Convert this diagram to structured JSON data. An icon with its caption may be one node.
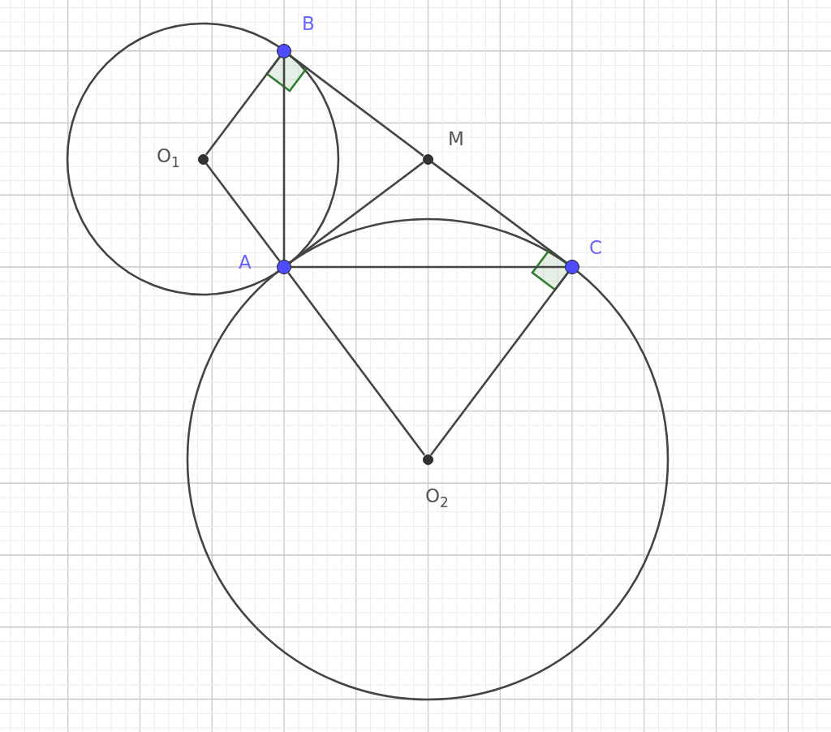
{
  "diagram": {
    "nodes": [
      {
        "text": [],
        "shape": "circle",
        "beside": [
          "B"
        ]
      },
      {
        "text": [],
        "shape": "circle",
        "beside": [
          "O$_{1}$"
        ]
      },
      {
        "text": [],
        "shape": "circle",
        "beside": [
          "M"
        ]
      },
      {
        "text": [],
        "shape": "circle",
        "beside": [
          "A"
        ]
      },
      {
        "text": [],
        "shape": "circle",
        "beside": [
          "C"
        ]
      },
      {
        "text": [],
        "shape": "circle",
        "beside": [
          "O$_{2}$"
        ]
      }
    ],
    "edges": [
      {
        "from": 1,
        "to": 0,
        "arrow": "none"
      },
      {
        "from": 1,
        "to": 3,
        "arrow": "none"
      },
      {
        "from": 0,
        "to": 3,
        "arrow": "none"
      },
      {
        "from": 0,
        "to": 2,
        "arrow": "none"
      },
      {
        "from": 2,
        "to": 4,
        "arrow": "none"
      },
      {
        "from": 3,
        "to": 2,
        "arrow": "none"
      },
      {
        "from": 3,
        "to": 4,
        "arrow": "none"
      },
      {
        "from": 3,
        "to": 5,
        "arrow": "none"
      },
      {
        "from": 5,
        "to": 4,
        "arrow": "none"
      }
    ]
  }
}
